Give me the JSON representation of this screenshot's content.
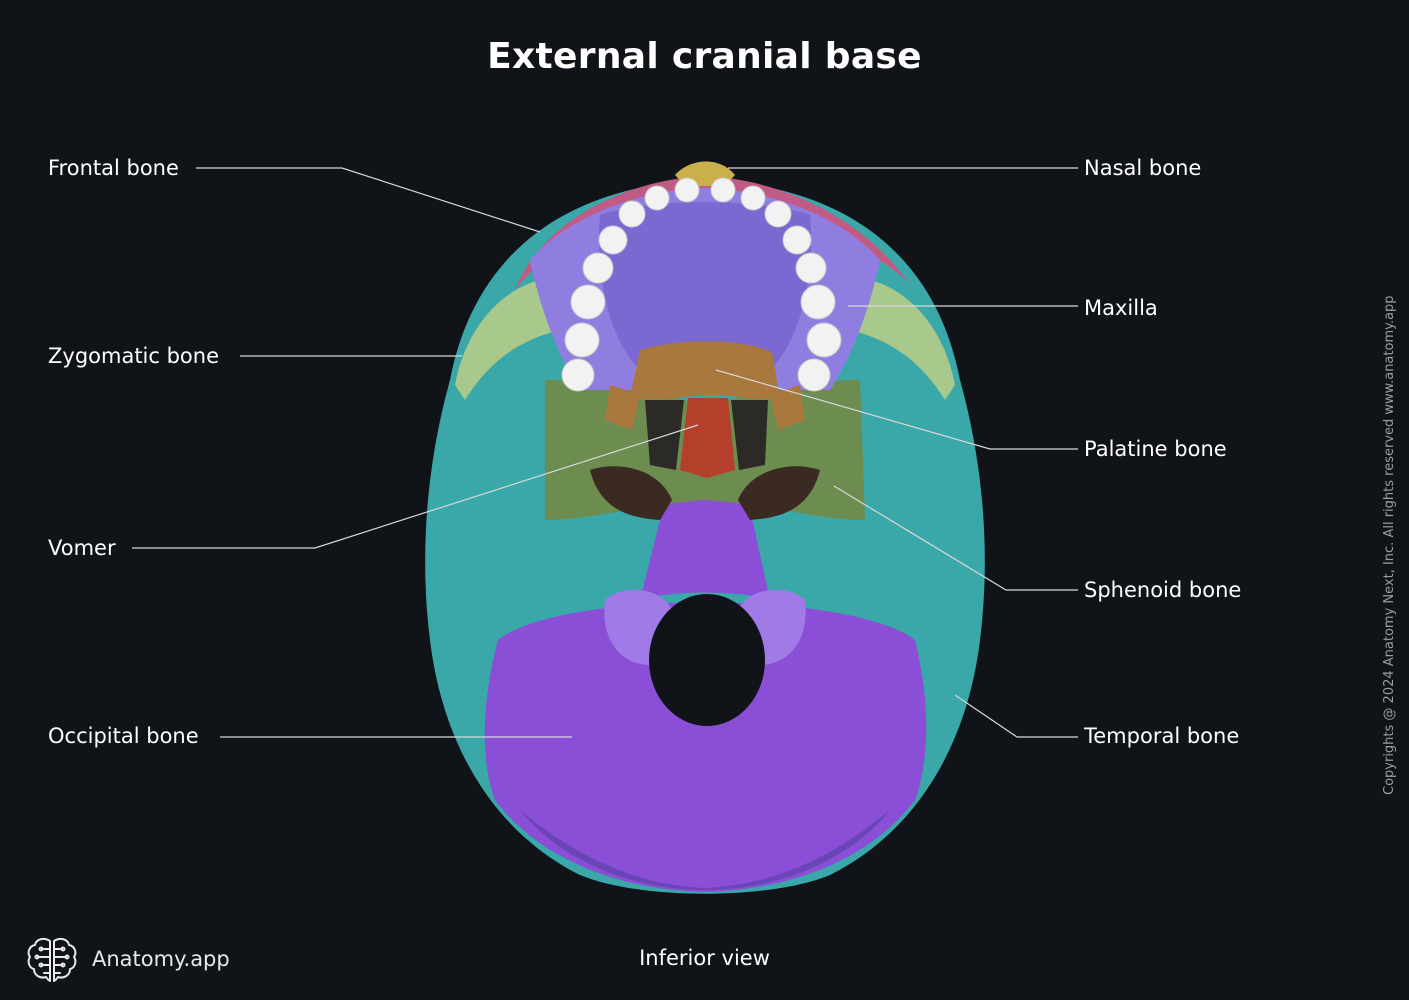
{
  "title": "External cranial base",
  "view": "Inferior view",
  "brand": {
    "name": "Anatomy.app",
    "icon": "brain-logo-icon"
  },
  "copyright": "Copyrights @ 2024 Anatomy Next, Inc. All rights reserved www.anatomy.app",
  "labels": {
    "frontal": "Frontal bone",
    "zygomatic": "Zygomatic bone",
    "vomer": "Vomer",
    "occipital": "Occipital bone",
    "nasal": "Nasal bone",
    "maxilla": "Maxilla",
    "palatine": "Palatine bone",
    "sphenoid": "Sphenoid bone",
    "temporal": "Temporal bone"
  },
  "colors": {
    "background": "#101318",
    "frontal": "#c25a86",
    "maxilla": "#8f7ee0",
    "zygomatic": "#a8c88c",
    "temporal": "#3aa7a8",
    "sphenoid": "#6c8c50",
    "palatine": "#a8783c",
    "vomer": "#b4402c",
    "occipital": "#8a4fd6",
    "nasal": "#c9b04a",
    "teeth": "#f2f2f2"
  }
}
